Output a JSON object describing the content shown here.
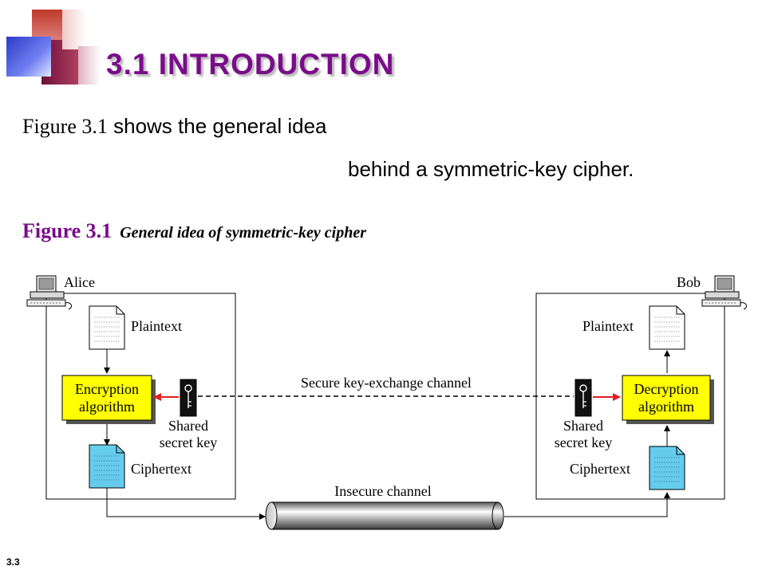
{
  "slide": {
    "title": "3.1  INTRODUCTION",
    "intro_ref": "Figure 3.1",
    "intro_rest": " shows the general idea",
    "intro_line2": "behind a symmetric-key cipher.",
    "figure_number": "Figure 3.1",
    "figure_caption": "General idea of symmetric-key cipher",
    "slide_number": "3.3"
  },
  "diagram": {
    "alice": "Alice",
    "bob": "Bob",
    "plaintext": "Plaintext",
    "ciphertext": "Ciphertext",
    "encryption_line1": "Encryption",
    "encryption_line2": "algorithm",
    "decryption_line1": "Decryption",
    "decryption_line2": "algorithm",
    "shared_line1": "Shared",
    "shared_line2": "secret key",
    "secure_channel": "Secure key-exchange channel",
    "insecure_channel": "Insecure channel"
  },
  "colors": {
    "title": "#7a0c8a",
    "algorithm_box": "#ffff00",
    "ciphertext_doc": "#66ccee",
    "key_arrow": "#e02020"
  }
}
